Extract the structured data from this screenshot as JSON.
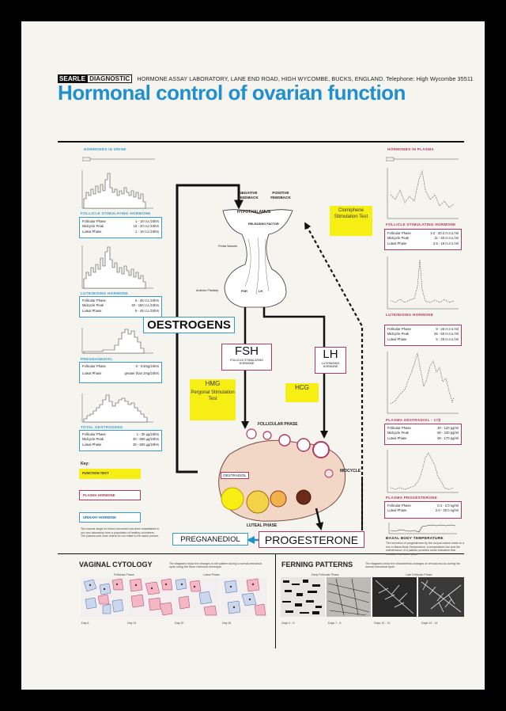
{
  "header": {
    "brand_a": "SEARLE",
    "brand_b": "DIAGNOSTIC",
    "address": "HORMONE ASSAY LABORATORY, LANE END ROAD, HIGH WYCOMBE, BUCKS, ENGLAND.  Telephone: High Wycombe 35511"
  },
  "title": "Hormonal control of ovarian function",
  "left": {
    "section_title": "HORMONES IN URINE",
    "fsh": {
      "name": "FOLLICLE STIMULATING HORMONE",
      "rows": [
        [
          "Follicular Phase",
          "1 - 18 I.U./24hrs"
        ],
        [
          "Midcycle Peak",
          "16 - 20 I.U./24hrs"
        ],
        [
          "Luteal Phase",
          "1 - 18 I.U./24hrs"
        ]
      ]
    },
    "lh": {
      "name": "LUTEINISING HORMONE",
      "rows": [
        [
          "Follicular Phase",
          "5 - 45 I.U./24hrs"
        ],
        [
          "Midcycle Peak",
          "40 - 150 I.U./24hrs"
        ],
        [
          "Luteal Phase",
          "5 - 45 I.U./24hrs"
        ]
      ]
    },
    "preg": {
      "name": "PREGNANEDIOL",
      "rows": [
        [
          "Follicular Phase",
          "0 - 0.5mg/24hrs"
        ],
        [
          "Luteal Phase",
          "greater than 2mg/24hrs"
        ]
      ]
    },
    "oest": {
      "name": "TOTAL OESTROGENS",
      "rows": [
        [
          "Follicular Phase",
          "1 - 30 µg/24hrs"
        ],
        [
          "Midcycle Peak",
          "40 - 500 µg/24hrs"
        ],
        [
          "Luteal Phase",
          "30 - 500 µg/24hrs"
        ]
      ]
    },
    "key_title": "Key:",
    "key_function": "FUNCTION TEST",
    "key_plasma": "PLASMA HORMONE",
    "key_urinary": "URINARY HORMONE",
    "note": "The normal range for these hormones has been established in our own laboratory from a population of healthy volunteers. The plasma and urine charts do not relate to the same person."
  },
  "right": {
    "section_title": "HORMONES IN PLASMA",
    "fsh": {
      "name": "FOLLICLE STIMULATING HORMONE",
      "rows": [
        [
          "Follicular Phase",
          "2.2 - 20.2 m.I.U./ml"
        ],
        [
          "Midcycle Peak",
          "11 - 40 m.I.U./ml"
        ],
        [
          "Luteal Phase",
          "2.5 - 18 m.I.U./ml"
        ]
      ]
    },
    "lh": {
      "name": "LUTEINISING HORMONE",
      "rows": [
        [
          "Follicular Phase",
          "5 - 25 m.I.U./ml"
        ],
        [
          "Midcycle Peak",
          "25 - 50 m.I.U./ml"
        ],
        [
          "Luteal Phase",
          "5 - 25 m.I.U./ml"
        ]
      ]
    },
    "oest": {
      "name": "PLASMA OESTRADIOL - 17β",
      "rows": [
        [
          "Follicular Phase",
          "20 - 120 pg/ml"
        ],
        [
          "Midcycle Peak",
          "80 - 240 pg/ml"
        ],
        [
          "Luteal Phase",
          "60 - 170 pg/ml"
        ]
      ]
    },
    "prog": {
      "name": "PLASMA PROGESTERONE",
      "rows": [
        [
          "Follicular Phase",
          "0.4 - 2.0 ng/ml"
        ],
        [
          "Luteal Phase",
          "2.0 - 20.0 ng/ml"
        ]
      ]
    },
    "bbt_title": "BASAL BODY TEMPERATURE",
    "bbt_note": "The secretion of progesterone by the corpus luteum leads to a rise in Basal Body Temperature. A temperature rise and the maintenance of a plateau provides some indication that ovulation has taken place."
  },
  "center": {
    "negative_feedback": "NEGATIVE FEEDBACK",
    "positive_feedback": "POSITIVE FEEDBACK",
    "hypothalamus": "HYPOTHALAMUS",
    "releasing_factor": "RELEASING FACTOR",
    "portal_vessels": "Portal Vessels",
    "anterior_pituitary": "Anterior Pituitary",
    "fsh_small": "FSH",
    "lh_small": "LH",
    "clomiphene": "Clomiphene Stimulation Test",
    "oestrogens": "OESTROGENS",
    "fsh_big": "FSH",
    "fsh_sub": "FOLLICLE STIMULATING HORMONE",
    "lh_big": "LH",
    "lh_sub": "LUTEINISING HORMONE",
    "hmg_title": "HMG",
    "hmg_sub": "Pergonal Stimulation Test",
    "hcg_title": "HCG",
    "follicular_phase": "FOLLICULAR PHASE",
    "oestradiol": "OESTRADIOL",
    "midcycle": "MIDCYCLE",
    "luteal_phase": "LUTEAL PHASE",
    "pregnanediol": "PREGNANEDIOL",
    "progesterone": "PROGESTERONE"
  },
  "bottom": {
    "vaginal_title": "VAGINAL CYTOLOGY",
    "vaginal_note": "The diagrams show the changes in cell pattern during a normal menstrual cycle using the Shorr trichrome technique",
    "vaginal_phase1": "Follicular Phase",
    "vaginal_phase2": "Luteal Phase",
    "vaginal_days": [
      "Day 6",
      "Day 14",
      "Day 20",
      "Day 26"
    ],
    "ferning_title": "FERNING PATTERNS",
    "ferning_note": "The diagrams show the characteristic changes of cervical mucus during the normal menstrual cycle.",
    "ferning_phase1": "Early Follicular Phase",
    "ferning_phase2": "Late Follicular Phase",
    "ferning_days": [
      "Days 4 - 5",
      "Days 7 - 8",
      "Days 12 - 13",
      "Days 13 - 14"
    ]
  },
  "colors": {
    "title_blue": "#1f8fcf",
    "plasma_red": "#b3375e",
    "urine_blue": "#3a9ad0",
    "function_yellow": "#f7ef14"
  }
}
